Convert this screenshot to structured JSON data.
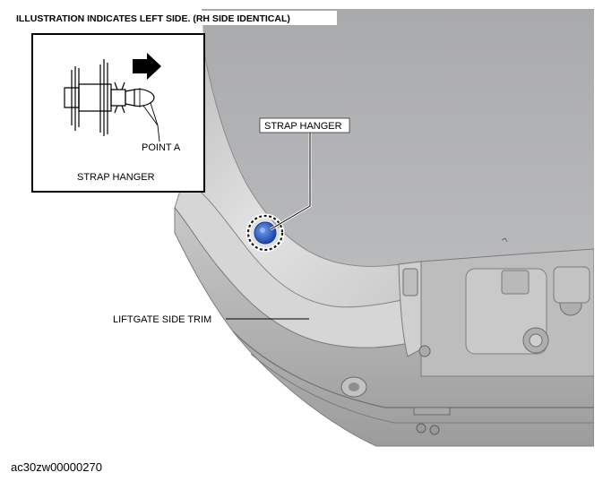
{
  "header_note": "ILLUSTRATION INDICATES LEFT SIDE. (RH SIDE IDENTICAL)",
  "callouts": {
    "strap_hanger": "STRAP HANGER",
    "liftgate_side_trim": "LIFTGATE SIDE TRIM"
  },
  "inset": {
    "point_label": "POINT A",
    "caption": "STRAP HANGER"
  },
  "figure_code": "ac30zw00000270",
  "colors": {
    "trim_gray": "#c4c4c4",
    "panel_gray": "#b2b3b5",
    "highlight_blue": "#2f5fc4"
  }
}
